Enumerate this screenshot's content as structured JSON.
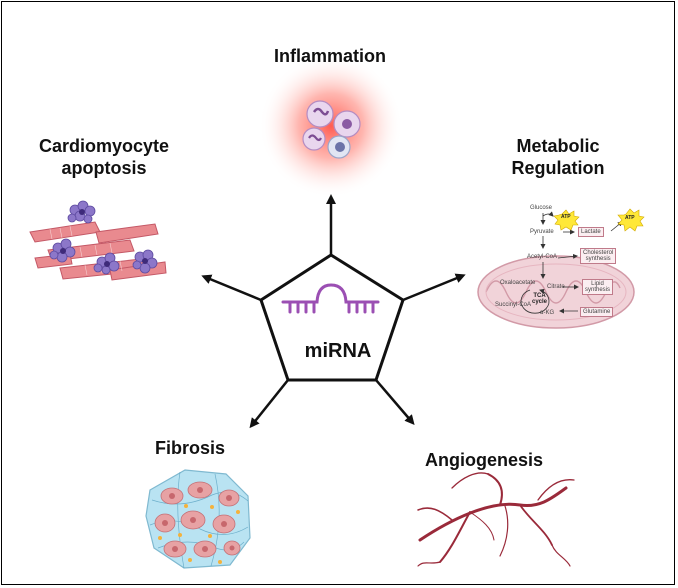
{
  "center": {
    "label": "miRNA"
  },
  "outcomes": {
    "inflammation": "Inflammation",
    "cardiomyocyte_line1": "Cardiomyocyte",
    "cardiomyocyte_line2": "apoptosis",
    "metabolic_line1": "Metabolic",
    "metabolic_line2": "Regulation",
    "fibrosis": "Fibrosis",
    "angiogenesis": "Angiogenesis"
  },
  "pathway": {
    "glucose": "Glucose",
    "pyruvate": "Pyruvate",
    "acetyl_coa": "Acetyl-CoA",
    "oxaloacetate": "Oxaloacetate",
    "citrate": "Citrate",
    "tca_line1": "TCA",
    "tca_line2": "cycle",
    "succinyl_coa": "Succinyl-CoA",
    "akg": "α-KG",
    "lactate": "Lactate",
    "cholesterol_line1": "Cholesterol",
    "cholesterol_line2": "synthesis",
    "lipid_line1": "Lipid",
    "lipid_line2": "synthesis",
    "glutamine": "Glutamine",
    "atp": "ATP"
  },
  "colors": {
    "mirna_purple": "#9b4fb3",
    "glow_red": "#ff5a4e",
    "mito_pink": "#f1d3d9",
    "vessel_red": "#9a2a3a",
    "fibrosis_blue": "#b9e3f2"
  }
}
